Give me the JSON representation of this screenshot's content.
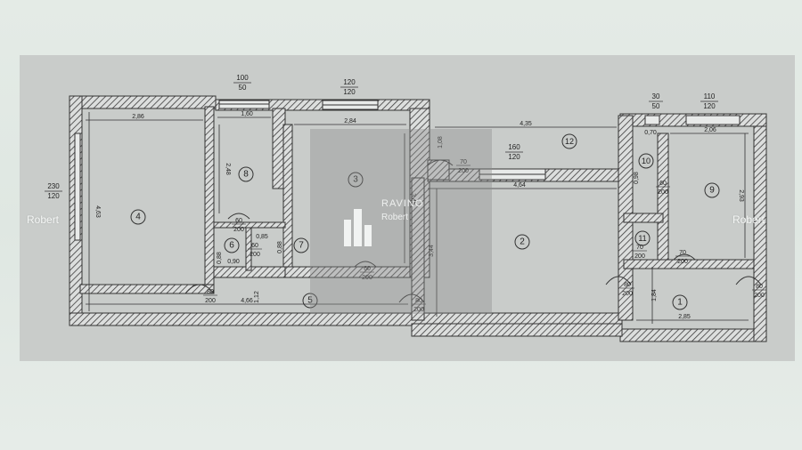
{
  "watermarks": {
    "left": "Robert",
    "right": "Robert"
  },
  "logo": {
    "brand": "RAVINO",
    "sub": "Robert"
  },
  "rooms": [
    {
      "id": "r1",
      "label": "1"
    },
    {
      "id": "r2",
      "label": "2"
    },
    {
      "id": "r3",
      "label": "3"
    },
    {
      "id": "r4",
      "label": "4"
    },
    {
      "id": "r5",
      "label": "5"
    },
    {
      "id": "r6",
      "label": "6"
    },
    {
      "id": "r7",
      "label": "7"
    },
    {
      "id": "r8",
      "label": "8"
    },
    {
      "id": "r9",
      "label": "9"
    },
    {
      "id": "r10",
      "label": "10"
    },
    {
      "id": "r11",
      "label": "11"
    },
    {
      "id": "r12",
      "label": "12"
    }
  ],
  "dimensions": {
    "d286": "2,86",
    "d160": "1,60",
    "d284": "2,84",
    "d435": "4,35",
    "d070": "0,70",
    "d206": "2,06",
    "d463": "4,63",
    "d248": "2,48",
    "d345": "3,45",
    "d108": "1,08",
    "d464": "4,64",
    "d344": "3,44",
    "d293": "2,93",
    "d098": "0,98",
    "d088": "0,88",
    "d090": "0,90",
    "d085": "0,85",
    "d112": "1,12",
    "d466": "4,66",
    "d184": "1,84",
    "d285": "2,85"
  },
  "windows": {
    "w1": {
      "top": "100",
      "bottom": "50"
    },
    "w2": {
      "top": "120",
      "bottom": "120"
    },
    "w3": {
      "top": "30",
      "bottom": "50"
    },
    "w4": {
      "top": "110",
      "bottom": "120"
    },
    "w5": {
      "top": "230",
      "bottom": "120"
    },
    "w6": {
      "top": "160",
      "bottom": "120"
    }
  },
  "doors": {
    "o1": {
      "top": "80",
      "bottom": "200"
    },
    "o2": {
      "top": "70",
      "bottom": "200"
    },
    "o3": {
      "top": "60",
      "bottom": "200"
    },
    "o4": {
      "top": "60",
      "bottom": "200"
    },
    "o5": {
      "top": "80",
      "bottom": "200"
    },
    "o6": {
      "top": "80",
      "bottom": "200"
    },
    "o7": {
      "top": "80",
      "bottom": "200"
    },
    "o8": {
      "top": "80",
      "bottom": "200"
    },
    "o9": {
      "top": "80",
      "bottom": "200"
    },
    "o10": {
      "top": "70",
      "bottom": "200"
    },
    "o11": {
      "top": "60",
      "bottom": "200"
    },
    "o12": {
      "top": "60",
      "bottom": "200"
    },
    "o13": {
      "top": "70",
      "bottom": "200"
    }
  }
}
